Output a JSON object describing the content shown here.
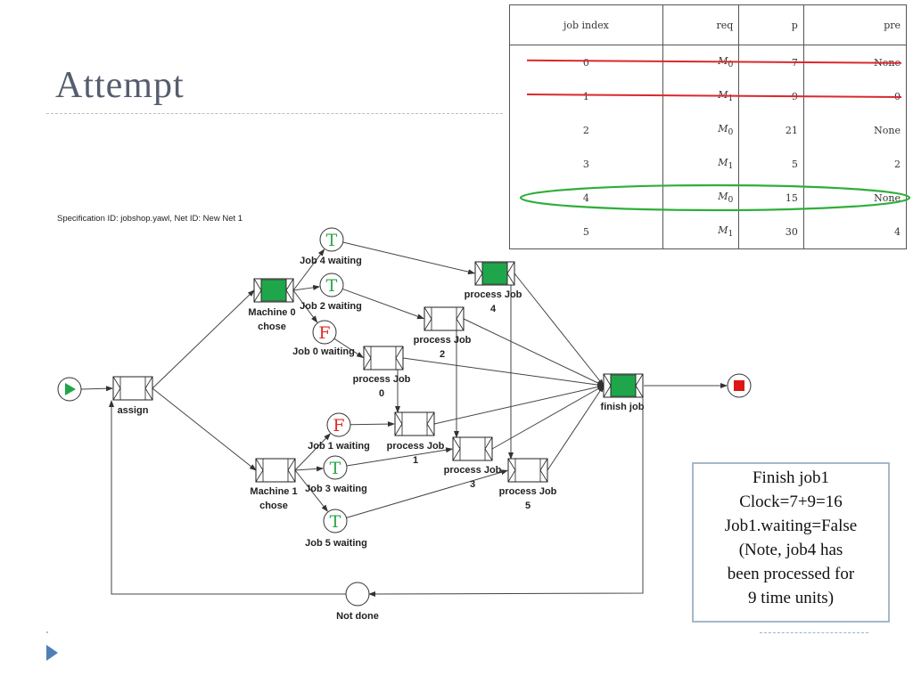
{
  "slide": {
    "title": "Attempt"
  },
  "table": {
    "headers": [
      "job index",
      "req",
      "p",
      "pre"
    ],
    "rows": [
      {
        "job": "0",
        "req_base": "M",
        "req_sub": "0",
        "p": "7",
        "pre": "None",
        "struck": true,
        "circled": false
      },
      {
        "job": "1",
        "req_base": "M",
        "req_sub": "1",
        "p": "9",
        "pre": "0",
        "struck": true,
        "circled": false
      },
      {
        "job": "2",
        "req_base": "M",
        "req_sub": "0",
        "p": "21",
        "pre": "None",
        "struck": false,
        "circled": false
      },
      {
        "job": "3",
        "req_base": "M",
        "req_sub": "1",
        "p": "5",
        "pre": "2",
        "struck": false,
        "circled": false
      },
      {
        "job": "4",
        "req_base": "M",
        "req_sub": "0",
        "p": "15",
        "pre": "None",
        "struck": false,
        "circled": true
      },
      {
        "job": "5",
        "req_base": "M",
        "req_sub": "1",
        "p": "30",
        "pre": "4",
        "struck": false,
        "circled": false
      }
    ],
    "strike_color": "#d9282e",
    "circle_color": "#2fae3a"
  },
  "net": {
    "spec_label": "Specification ID: jobshop.yawl, Net ID:  New Net 1",
    "conditions": [
      {
        "id": "job4_waiting",
        "label": [
          "Job 4 waiting"
        ],
        "token": "T",
        "token_color": "#2ea84a"
      },
      {
        "id": "job2_waiting",
        "label": [
          "Job 2 waiting"
        ],
        "token": "T",
        "token_color": "#2ea84a"
      },
      {
        "id": "job0_waiting",
        "label": [
          "Job 0 waiting"
        ],
        "token": "F",
        "token_color": "#e02a2a"
      },
      {
        "id": "job1_waiting",
        "label": [
          "Job 1 waiting"
        ],
        "token": "F",
        "token_color": "#e02a2a"
      },
      {
        "id": "job3_waiting",
        "label": [
          "Job 3 waiting"
        ],
        "token": "T",
        "token_color": "#2ea84a"
      },
      {
        "id": "job5_waiting",
        "label": [
          "Job 5 waiting"
        ],
        "token": "T",
        "token_color": "#2ea84a"
      },
      {
        "id": "not_done",
        "label": [
          "Not done"
        ],
        "token": "",
        "token_color": "#000000"
      }
    ],
    "tasks": [
      {
        "id": "assign",
        "label": [
          "assign"
        ],
        "active": false
      },
      {
        "id": "machine0",
        "label": [
          "Machine 0",
          "chose"
        ],
        "active": true
      },
      {
        "id": "machine1",
        "label": [
          "Machine 1",
          "chose"
        ],
        "active": false
      },
      {
        "id": "process4",
        "label": [
          "process Job",
          "4"
        ],
        "active": true
      },
      {
        "id": "process2",
        "label": [
          "process Job",
          "2"
        ],
        "active": false
      },
      {
        "id": "process0",
        "label": [
          "process Job",
          "0"
        ],
        "active": false
      },
      {
        "id": "process1",
        "label": [
          "process Job",
          "1"
        ],
        "active": false
      },
      {
        "id": "process3",
        "label": [
          "process Job",
          "3"
        ],
        "active": false
      },
      {
        "id": "process5",
        "label": [
          "process Job",
          "5"
        ],
        "active": false
      },
      {
        "id": "finish",
        "label": [
          "finish job"
        ],
        "active": true
      }
    ],
    "active_color": "#1fa64a",
    "input_condition_color": "#1fa64a",
    "output_condition_color": "#e01515"
  },
  "note": {
    "lines": [
      "Finish job1",
      "Clock=7+9=16",
      "Job1.waiting=False",
      "(Note, job4 has",
      "been processed for",
      "9 time units)"
    ]
  }
}
